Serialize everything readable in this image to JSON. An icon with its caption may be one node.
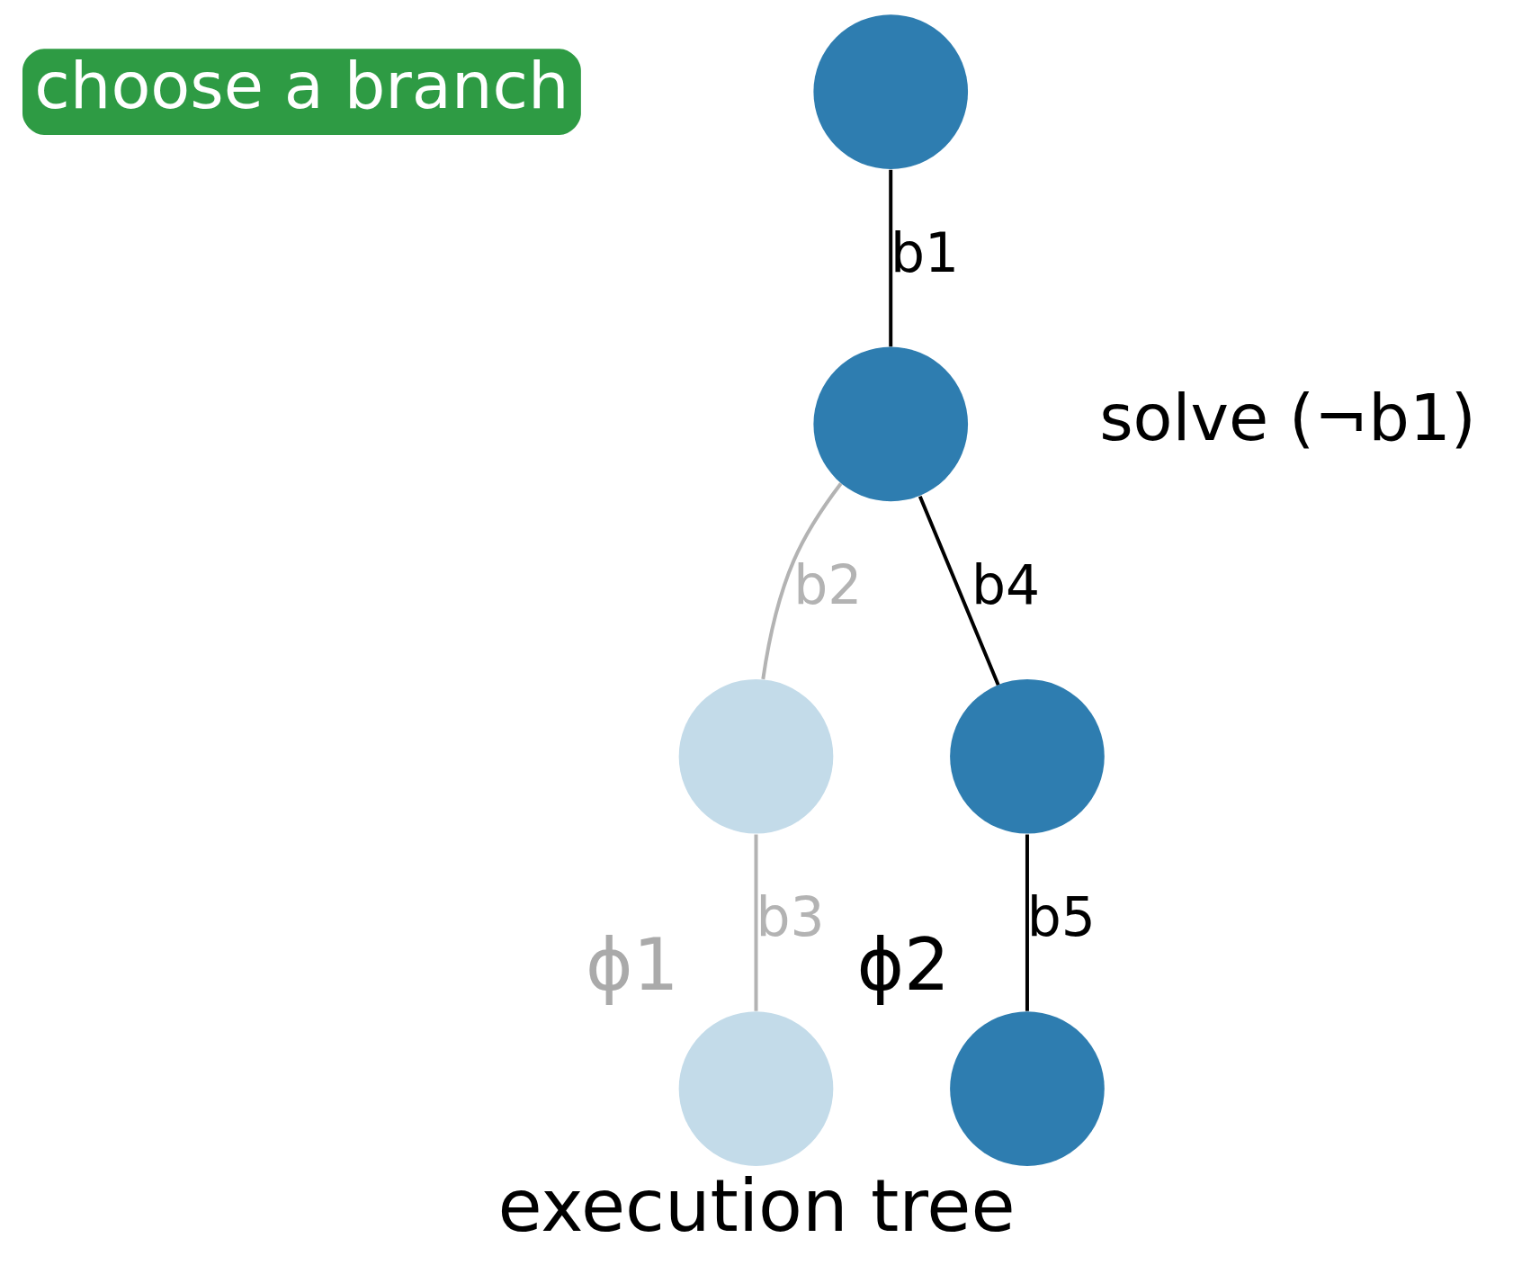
{
  "diagram": {
    "caption": "execution tree",
    "nodes": [
      {
        "text": [],
        "shape": "circle"
      },
      {
        "text": [],
        "shape": "circle"
      },
      {
        "text": [],
        "shape": "circle"
      },
      {
        "text": [],
        "shape": "circle",
        "beside": [
          "ϕ1"
        ]
      },
      {
        "text": [],
        "shape": "circle"
      },
      {
        "text": [],
        "shape": "circle",
        "beside": [
          "ϕ2"
        ]
      }
    ],
    "edges": [
      {
        "from": 0,
        "to": 1,
        "arrow": "none",
        "label": "b1"
      },
      {
        "from": 1,
        "to": 2,
        "arrow": "none",
        "label": "b2",
        "color": "#b3b3b3"
      },
      {
        "from": 2,
        "to": 3,
        "arrow": "none",
        "label": "b3",
        "color": "#b3b3b3"
      },
      {
        "from": 1,
        "to": 4,
        "arrow": "none",
        "label": "b4"
      },
      {
        "from": 4,
        "to": 5,
        "arrow": "none",
        "label": "b5"
      }
    ],
    "labels": [
      "choose a branch",
      "solve (¬b1)"
    ]
  }
}
